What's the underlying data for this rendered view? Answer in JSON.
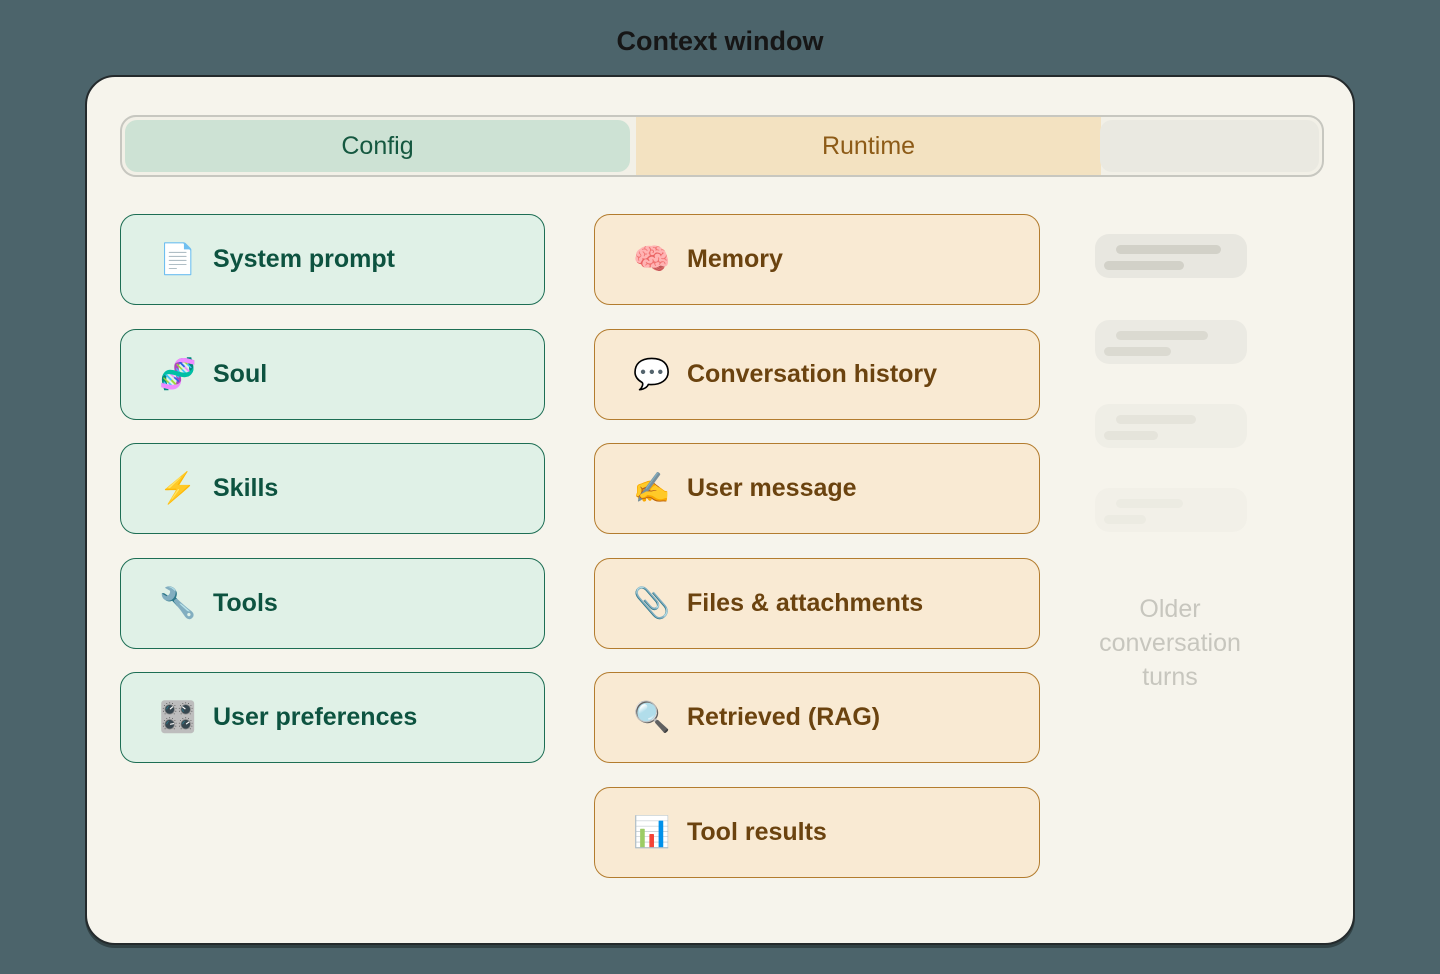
{
  "title": "Context window",
  "tab_bar": {
    "config_label": "Config",
    "runtime_label": "Runtime"
  },
  "config_items": [
    {
      "icon": "document-icon",
      "glyph": "📄",
      "label": "System prompt"
    },
    {
      "icon": "dna-icon",
      "glyph": "🧬",
      "label": "Soul"
    },
    {
      "icon": "lightning-icon",
      "glyph": "⚡",
      "label": "Skills"
    },
    {
      "icon": "wrench-icon",
      "glyph": "🔧",
      "label": "Tools"
    },
    {
      "icon": "control-knobs-icon",
      "glyph": "🎛️",
      "label": "User preferences"
    }
  ],
  "runtime_items": [
    {
      "icon": "brain-icon",
      "glyph": "🧠",
      "label": "Memory"
    },
    {
      "icon": "speech-balloon-icon",
      "glyph": "💬",
      "label": "Conversation history"
    },
    {
      "icon": "writing-hand-icon",
      "glyph": "✍️",
      "label": "User message"
    },
    {
      "icon": "paperclip-icon",
      "glyph": "📎",
      "label": "Files & attachments"
    },
    {
      "icon": "magnifying-glass-icon",
      "glyph": "🔍",
      "label": "Retrieved (RAG)"
    },
    {
      "icon": "bar-chart-icon",
      "glyph": "📊",
      "label": "Tool results"
    }
  ],
  "older_turns": {
    "caption": "Older conversation turns",
    "bubbles": [
      {
        "opacity": 1.0,
        "line1_width": 105,
        "line2_width": 80
      },
      {
        "opacity": 0.72,
        "line1_width": 92,
        "line2_width": 67
      },
      {
        "opacity": 0.45,
        "line1_width": 80,
        "line2_width": 54
      },
      {
        "opacity": 0.25,
        "line1_width": 67,
        "line2_width": 42
      }
    ]
  },
  "colors": {
    "background": "#4c646b",
    "panel": "#f6f4ec",
    "config_tab_fill": "#cde2d4",
    "config_card_fill": "#e0f1e7",
    "config_border": "#1d6e54",
    "config_text": "#0d5340",
    "runtime_tab_fill": "#f3e2c1",
    "runtime_card_fill": "#f9ead3",
    "runtime_border": "#b37c2e",
    "runtime_text": "#6b430f",
    "muted_text": "#c7c6be"
  }
}
